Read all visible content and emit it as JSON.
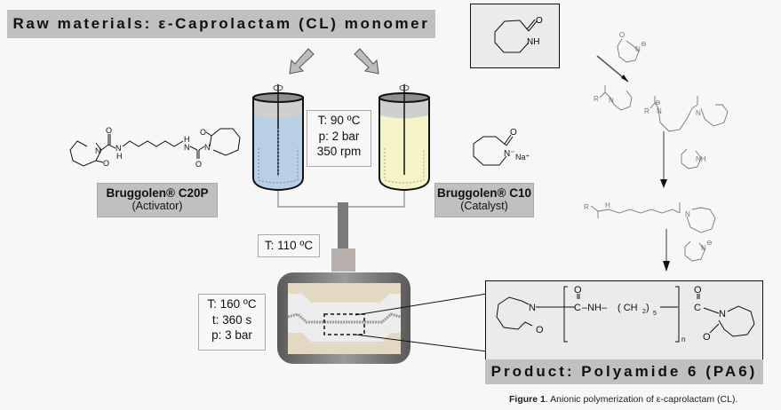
{
  "header": {
    "title": "Raw materials: ε-Caprolactam (CL) monomer"
  },
  "monomer": {
    "nh_label": "NH",
    "o_label": "O"
  },
  "activator": {
    "name": "Bruggolen® C20P",
    "role": "(Activator)",
    "atom_labels": {
      "o": "O",
      "n": "N",
      "h": "H"
    }
  },
  "catalyst": {
    "name": "Bruggolen® C10",
    "role": "(Catalyst)",
    "anion_label": "N⁻",
    "cation_label": "Na⁺",
    "o_label": "O"
  },
  "reactor_conditions": {
    "lines": [
      "T: 90 ºC",
      "p: 2 bar",
      "350 rpm"
    ]
  },
  "injection_conditions": {
    "text": "T: 110 ºC"
  },
  "mold_conditions": {
    "lines": [
      "T: 160 ºC",
      "t: 360 s",
      "p: 3 bar"
    ]
  },
  "reactors": {
    "left_fill_color": "#b9cfe6",
    "right_fill_color": "#f4f4c6"
  },
  "mechanism": {
    "atom_labels": {
      "r": "R",
      "n": "N",
      "o": "O",
      "nh": "NH",
      "h": "H",
      "neg": "⊖"
    }
  },
  "product": {
    "title": "Product: Polyamide 6 (PA6)",
    "formula": {
      "carbonyl_c": "C",
      "carbonyl_o": "O",
      "nh": "–NH–",
      "ch2": "( CH",
      "ch2_sub": "2",
      "ch2_close": " )",
      "count_sub": "5",
      "repeat_sub": "n",
      "n_left": "N",
      "n_right": "N",
      "o_ring": "O"
    }
  },
  "caption": {
    "label": "Figure 1",
    "text": ". Anionic polymerization of ε-caprolactam (CL)."
  }
}
